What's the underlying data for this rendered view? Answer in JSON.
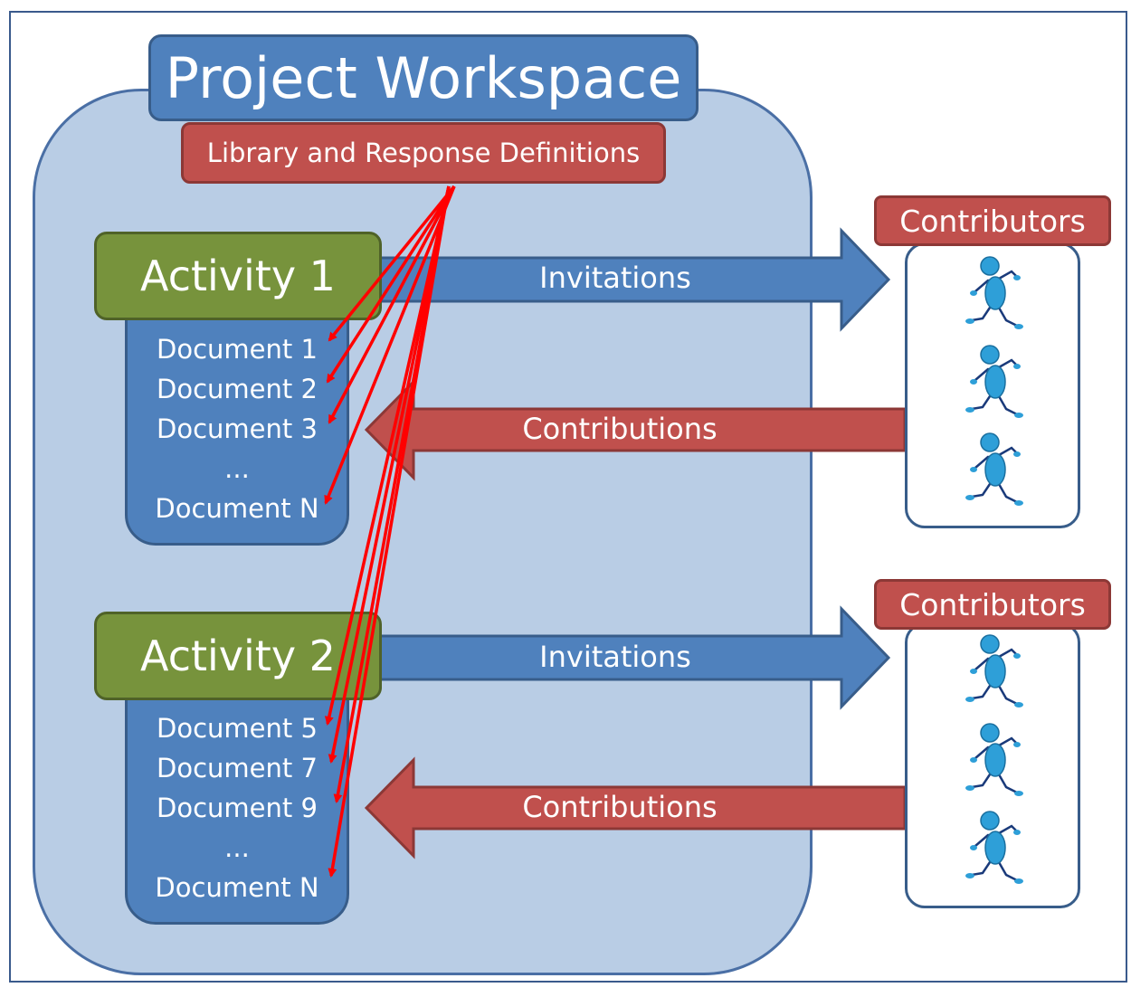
{
  "title": "Project Workspace",
  "library": "Library and Response  Definitions",
  "activities": [
    {
      "label": "Activity 1",
      "documents": [
        "Document  1",
        "Document  2",
        "Document  3",
        "...",
        "Document  N"
      ],
      "invitations": "Invitations",
      "contributions": "Contributions",
      "contributors": "Contributors"
    },
    {
      "label": "Activity 2",
      "documents": [
        "Document  5",
        "Document  7",
        "Document  9",
        "...",
        "Document  N"
      ],
      "invitations": "Invitations",
      "contributions": "Contributions",
      "contributors": "Contributors"
    }
  ],
  "colors": {
    "workspace": "#b9cde5",
    "blue": "#4f81bd",
    "red": "#c0504d",
    "green": "#77933c",
    "link": "#ff0000",
    "figure": "#2e9fd8"
  },
  "icons": [
    "running-person-icon"
  ]
}
